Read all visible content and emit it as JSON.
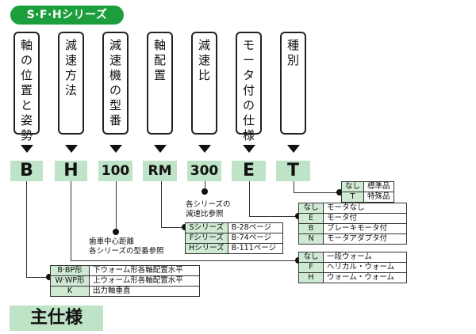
{
  "header": {
    "title": "S·F·Hシリーズ"
  },
  "columns": [
    {
      "label": "軸の位置と姿勢",
      "code": "B"
    },
    {
      "label": "減速方法",
      "code": "H"
    },
    {
      "label": "減速機の型番",
      "code": "100"
    },
    {
      "label": "軸配置",
      "code": "RM"
    },
    {
      "label": "減速比",
      "code": "300"
    },
    {
      "label": "モータ付の仕様",
      "code": "E"
    },
    {
      "label": "種別",
      "code": "T"
    }
  ],
  "type_table": [
    {
      "key": "なし",
      "value": "標準品"
    },
    {
      "key": "T",
      "value": "特殊品"
    }
  ],
  "motor_table": [
    {
      "key": "なし",
      "value": "モータなし"
    },
    {
      "key": "E",
      "value": "モータ付"
    },
    {
      "key": "B",
      "value": "ブレーキモータ付"
    },
    {
      "key": "N",
      "value": "モータアダプタ付"
    }
  ],
  "ratio_note": {
    "line1": "各シリーズの",
    "line2": "減速比参照"
  },
  "series_table": [
    {
      "key": "Sシリーズ",
      "value": "B-28ページ"
    },
    {
      "key": "Fシリーズ",
      "value": "B-74ページ"
    },
    {
      "key": "Hシリーズ",
      "value": "B-111ページ"
    }
  ],
  "model_note": {
    "line1": "歯車中心距離",
    "line2": "各シリーズの型番参照"
  },
  "method_table": [
    {
      "key": "なし",
      "value": "一段ウォーム"
    },
    {
      "key": "F",
      "value": "ヘリカル・ウォーム"
    },
    {
      "key": "H",
      "value": "ウォーム・ウォーム"
    }
  ],
  "position_table": [
    {
      "key": "B·BP形",
      "value": "下ウォーム形各軸配置水平"
    },
    {
      "key": "W·WP形",
      "value": "上ウォーム形各軸配置水平"
    },
    {
      "key": "K",
      "value": "出力軸垂直"
    }
  ],
  "footer": {
    "title": "主仕様"
  },
  "colors": {
    "accent_green": "#1c9e3c",
    "light_green": "#bfe3c6"
  }
}
